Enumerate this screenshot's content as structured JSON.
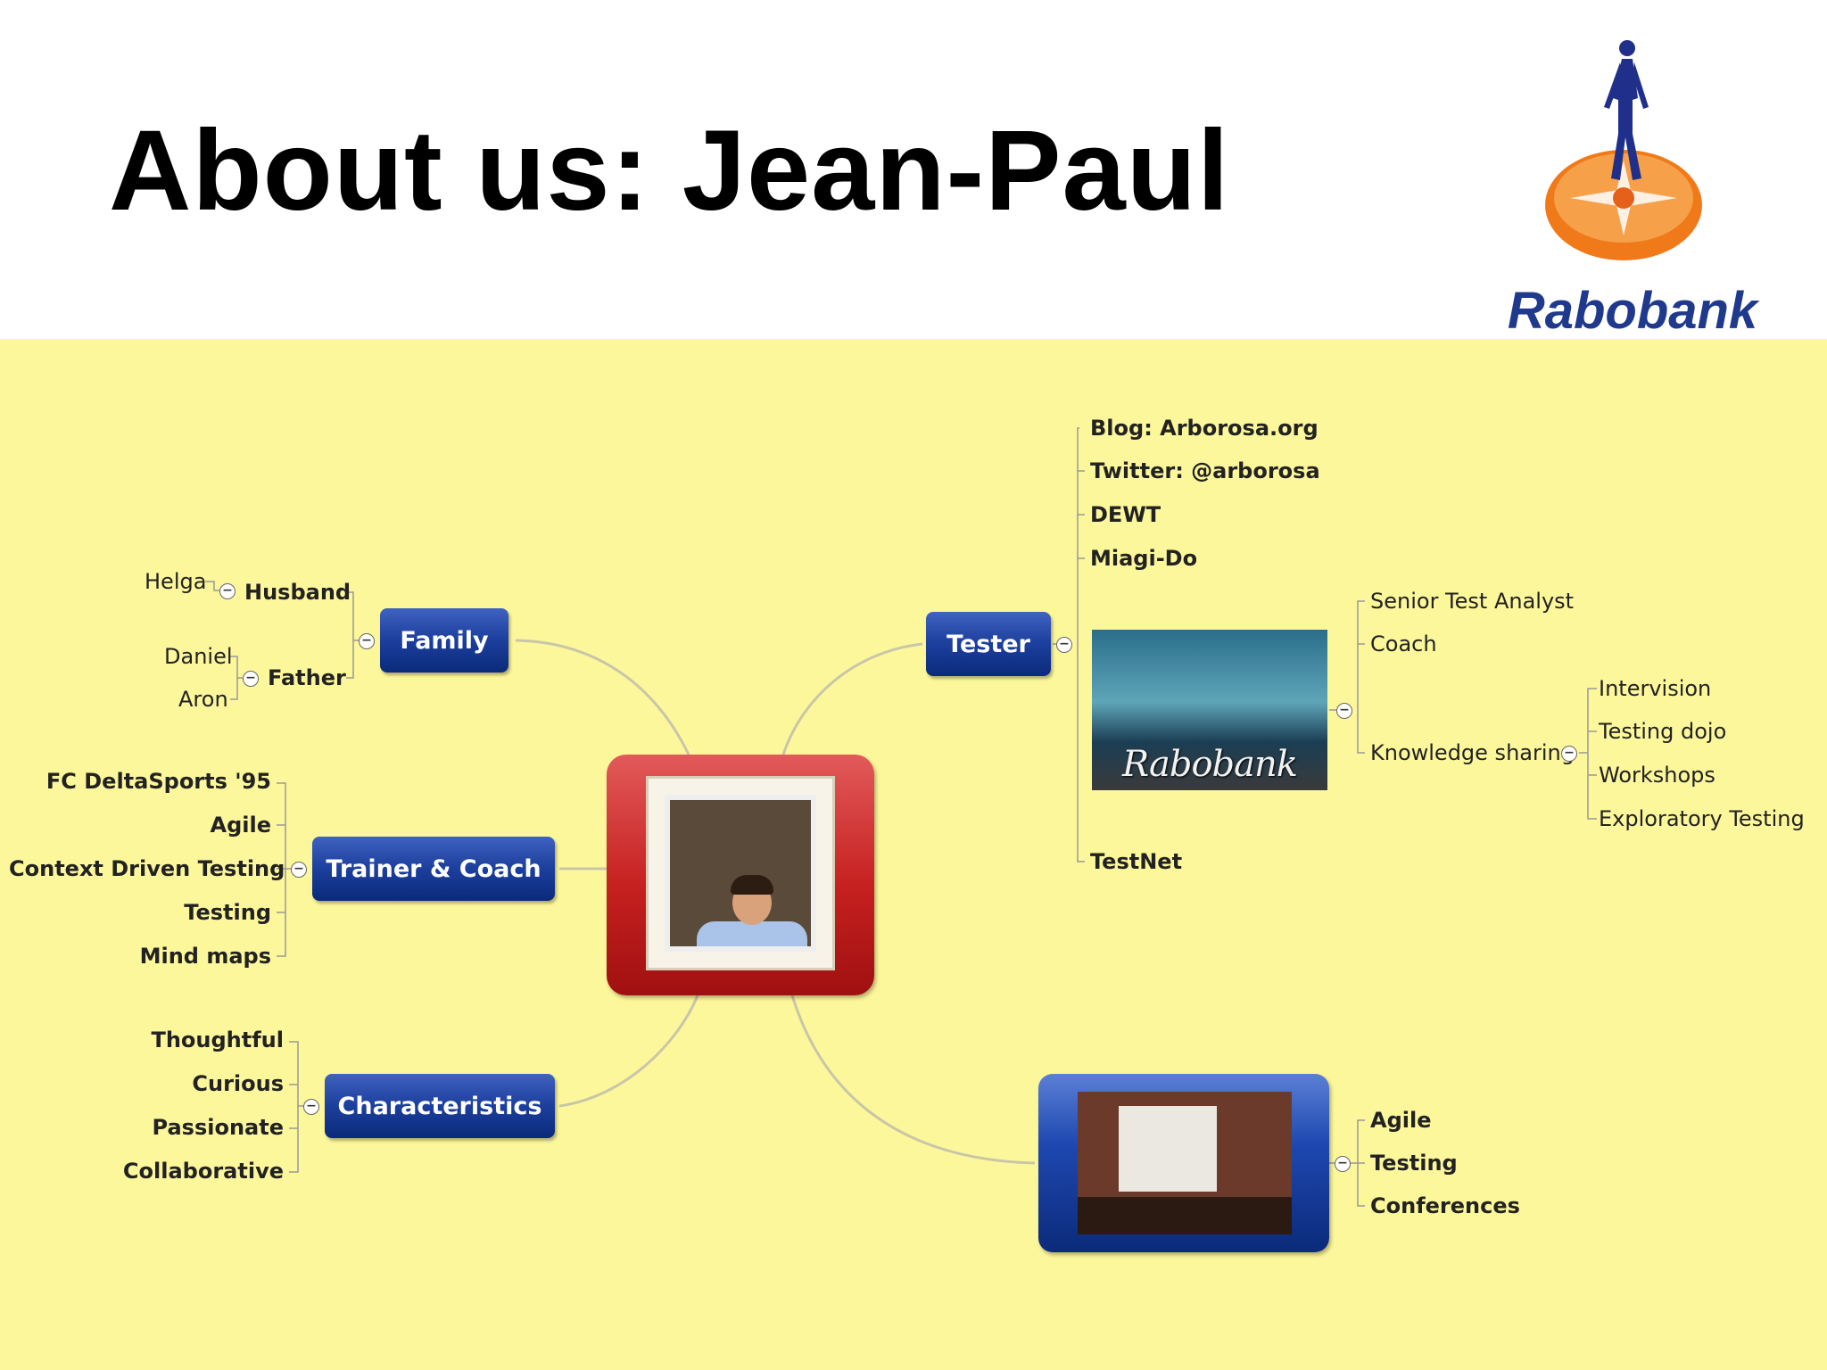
{
  "slide": {
    "title": "About us: Jean-Paul",
    "logo_text": "Rabobank"
  },
  "mindmap": {
    "family": {
      "label": "Family",
      "husband": "Husband",
      "husband_child": "Helga",
      "father": "Father",
      "father_children": [
        "Daniel",
        "Aron"
      ]
    },
    "trainer": {
      "label": "Trainer & Coach",
      "items": [
        "FC DeltaSports '95",
        "Agile",
        "Context Driven Testing",
        "Testing",
        "Mind maps"
      ]
    },
    "characteristics": {
      "label": "Characteristics",
      "items": [
        "Thoughtful",
        "Curious",
        "Passionate",
        "Collaborative"
      ]
    },
    "tester": {
      "label": "Tester",
      "items": [
        "Blog: Arborosa.org",
        "Twitter: @arborosa",
        "DEWT",
        "Miagi-Do"
      ],
      "last": "TestNet",
      "photo_text": "Rabobank",
      "roles": [
        "Senior Test Analyst",
        "Coach"
      ],
      "knowledge_label": "Knowledge sharing",
      "knowledge_items": [
        "Intervision",
        "Testing dojo",
        "Workshops",
        "Exploratory Testing"
      ]
    },
    "speaking": {
      "items": [
        "Agile",
        "Testing",
        "Conferences"
      ]
    },
    "collapse_symbol": "−"
  },
  "colors": {
    "canvas": "#fdf79b",
    "node_blue": "#1c3f9e",
    "center_red": "#c62020",
    "logo_blue": "#1f3a8c",
    "logo_orange": "#f07a1a"
  }
}
